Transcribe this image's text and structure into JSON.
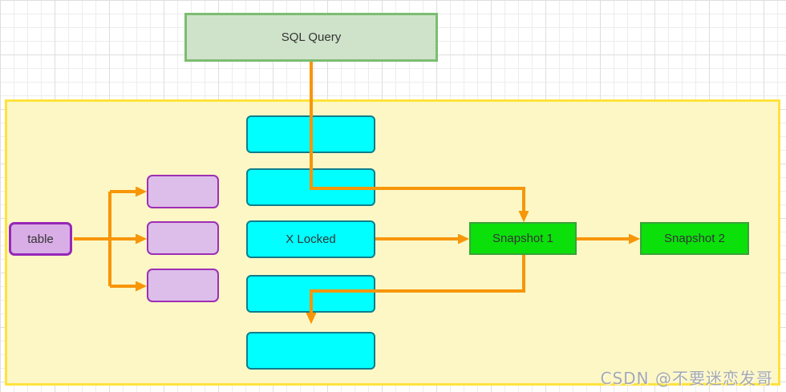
{
  "watermark": {
    "text": "CSDN @不要迷恋发哥"
  },
  "colors": {
    "arrow": "#F79608",
    "container-fill": "#FCF7C5",
    "container-border": "#FFE23D",
    "sql-fill": "#CFE3CA",
    "sql-border": "#7CBD70",
    "cyan-fill": "#00FFFF",
    "cyan-border": "#0E7D8C",
    "purple-fill": "#DDBDEA",
    "purple-border": "#9E2FB5",
    "table-fill": "#D9ADE6",
    "table-border": "#9627B8",
    "green-fill": "#0BE00B",
    "green-border": "#3AA23A",
    "text": "#343434",
    "watermark-color": "#A6A9AC",
    "grid-minor": "#EDEDED",
    "grid-major": "#DEDEDE"
  },
  "nodes": {
    "sql_query": {
      "label": "SQL Query"
    },
    "table": {
      "label": "table"
    },
    "purple_boxes": [
      {
        "label": ""
      },
      {
        "label": ""
      },
      {
        "label": ""
      }
    ],
    "cyan_boxes": [
      {
        "label": ""
      },
      {
        "label": ""
      },
      {
        "label": "X Locked"
      },
      {
        "label": ""
      },
      {
        "label": ""
      }
    ],
    "snapshot_1": {
      "label": "Snapshot 1"
    },
    "snapshot_2": {
      "label": "Snapshot 2"
    }
  }
}
